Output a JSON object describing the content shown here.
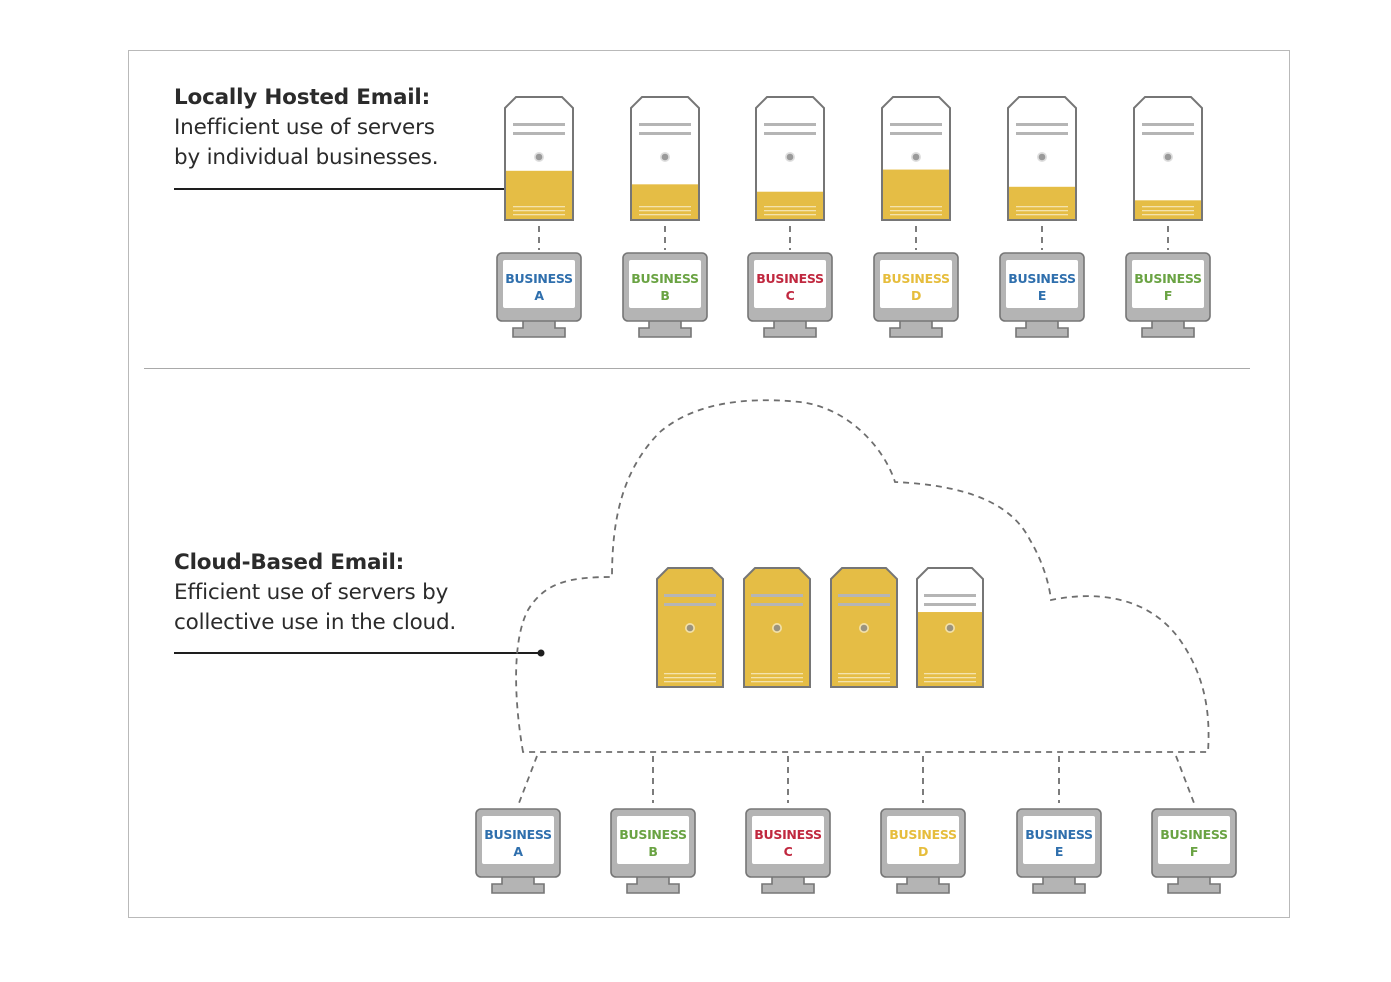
{
  "colors": {
    "fill": "#e5bd45",
    "outline": "#767676",
    "stripe": "#b5b5b5",
    "led": "#9a9a9a",
    "monitor": "#b4b4b4",
    "dash": "#6e6e6e",
    "text": "#2b2b2b"
  },
  "local": {
    "title": "Locally Hosted Email:",
    "body": "Inefficient use of servers\nby individual businesses.",
    "servers": [
      {
        "business": "A",
        "utilization": 0.4
      },
      {
        "business": "B",
        "utilization": 0.29
      },
      {
        "business": "C",
        "utilization": 0.23
      },
      {
        "business": "D",
        "utilization": 0.41
      },
      {
        "business": "E",
        "utilization": 0.27
      },
      {
        "business": "F",
        "utilization": 0.16
      }
    ]
  },
  "cloud": {
    "title": "Cloud-Based Email:",
    "body": "Efficient use of servers by\ncollective use in the cloud.",
    "servers": [
      {
        "utilization": 1.0
      },
      {
        "utilization": 1.0
      },
      {
        "utilization": 1.0
      },
      {
        "utilization": 0.63
      }
    ]
  },
  "businesses": [
    {
      "word": "BUSINESS",
      "letter": "A",
      "color": "#2f6fad"
    },
    {
      "word": "BUSINESS",
      "letter": "B",
      "color": "#6aa343"
    },
    {
      "word": "BUSINESS",
      "letter": "C",
      "color": "#c0283f"
    },
    {
      "word": "BUSINESS",
      "letter": "D",
      "color": "#e6bd3c"
    },
    {
      "word": "BUSINESS",
      "letter": "E",
      "color": "#2f6fad"
    },
    {
      "word": "BUSINESS",
      "letter": "F",
      "color": "#6aa343"
    }
  ]
}
